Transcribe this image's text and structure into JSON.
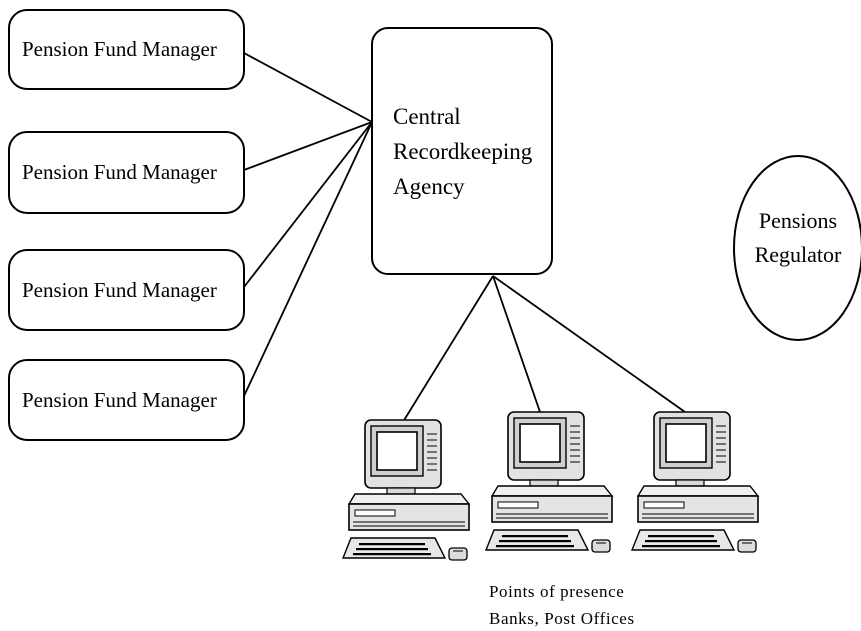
{
  "fund_managers": [
    {
      "label": "Pension Fund Manager"
    },
    {
      "label": "Pension Fund Manager"
    },
    {
      "label": "Pension Fund Manager"
    },
    {
      "label": "Pension Fund Manager"
    }
  ],
  "cra": {
    "lines": [
      "Central",
      "Recordkeeping",
      "Agency"
    ]
  },
  "regulator": {
    "lines": [
      "Pensions",
      "Regulator"
    ]
  },
  "points_of_presence": {
    "computer_icon": "desktop-computer-icon",
    "count": 3,
    "lines": [
      "Points of presence",
      "Banks, Post Offices"
    ]
  }
}
